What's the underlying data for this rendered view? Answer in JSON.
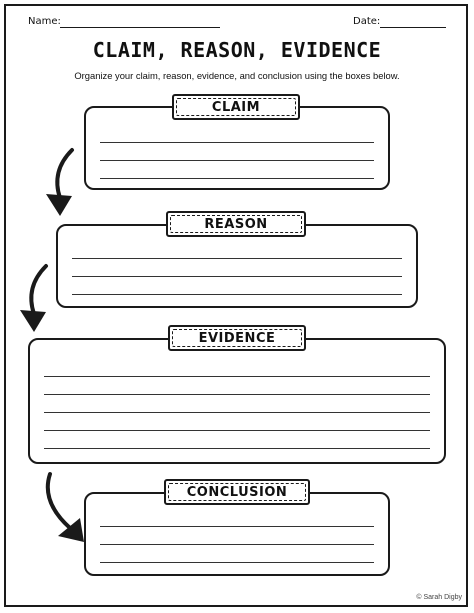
{
  "header": {
    "name_label": "Name:",
    "date_label": "Date:"
  },
  "title": "CLAIM, REASON, EVIDENCE",
  "instructions": "Organize your claim, reason, evidence, and conclusion using the boxes below.",
  "sections": {
    "claim": {
      "label": "CLAIM"
    },
    "reason": {
      "label": "REASON"
    },
    "evidence": {
      "label": "EVIDENCE"
    },
    "conclusion": {
      "label": "CONCLUSION"
    }
  },
  "footer": {
    "copyright": "© Sarah Digby"
  }
}
